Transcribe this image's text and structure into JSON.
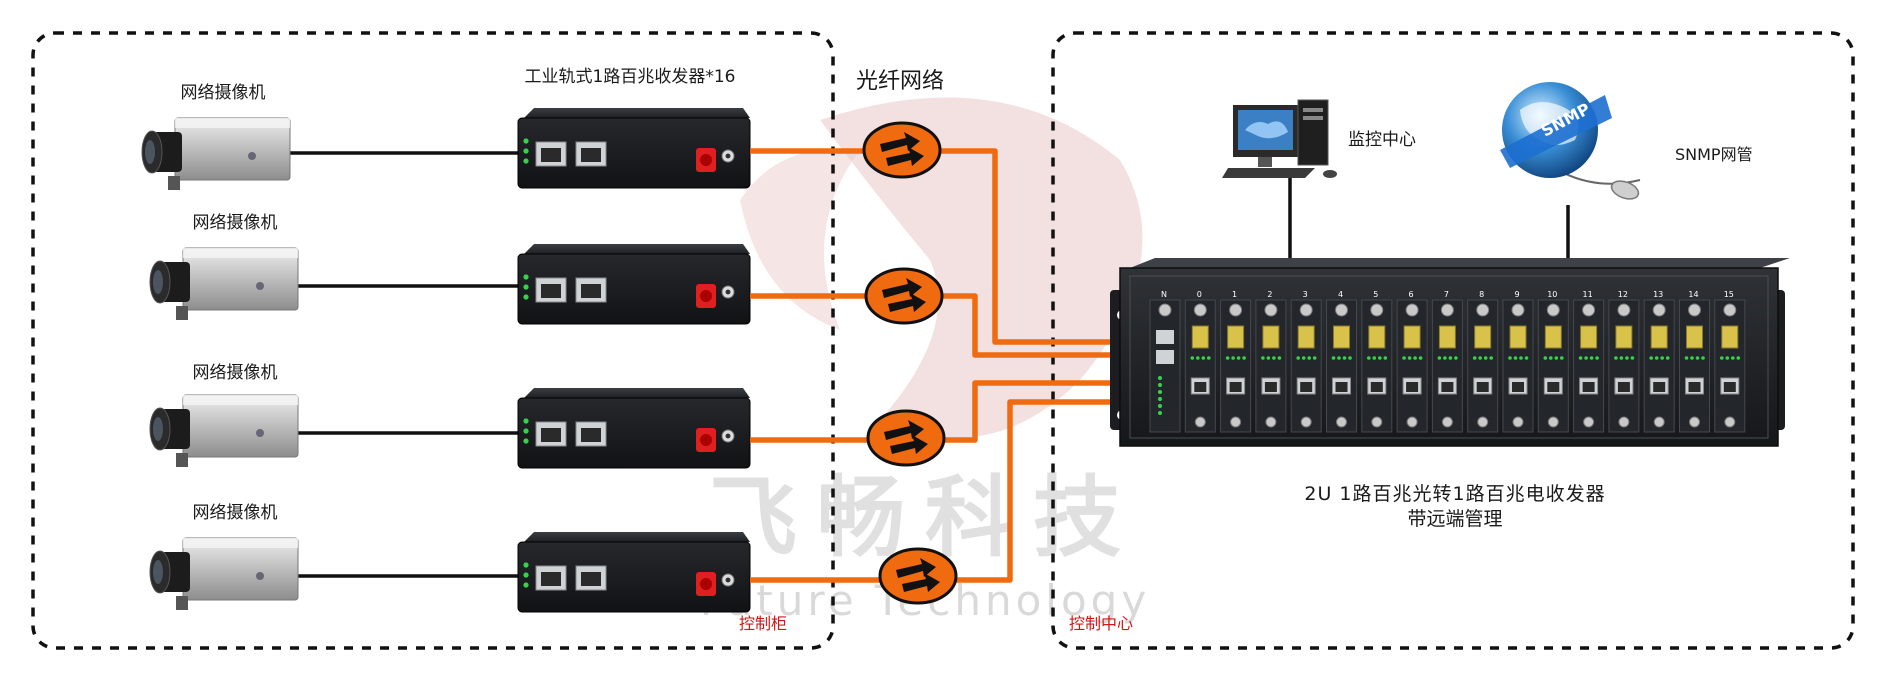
{
  "labels": {
    "camera": "网络摄像机",
    "transceiver_title": "工业轨式1路百兆收发器*16",
    "fiber_network": "光纤网络",
    "monitor_center": "监控中心",
    "snmp": "SNMP网管",
    "control_cabinet": "控制柜",
    "control_center": "控制中心",
    "chassis_line1": "2U 1路百兆光转1路百兆电收发器",
    "chassis_line2": "带远端管理"
  },
  "watermark": {
    "chinese": "飞畅科技",
    "english": "Future Technology"
  },
  "device_text": {
    "slot_numbers": [
      "N",
      "0",
      "1",
      "2",
      "3",
      "4",
      "5",
      "6",
      "7",
      "8",
      "9",
      "10",
      "11",
      "12",
      "13",
      "14",
      "15"
    ],
    "snmp_globe": "SNMP"
  },
  "colors": {
    "fiber": "#f06a10",
    "copper": "#111111",
    "dashed_border": "#111111",
    "label_red": "#d01818",
    "watermark_red": "#e9c6c6",
    "watermark_gray": "#d9d9d9"
  }
}
